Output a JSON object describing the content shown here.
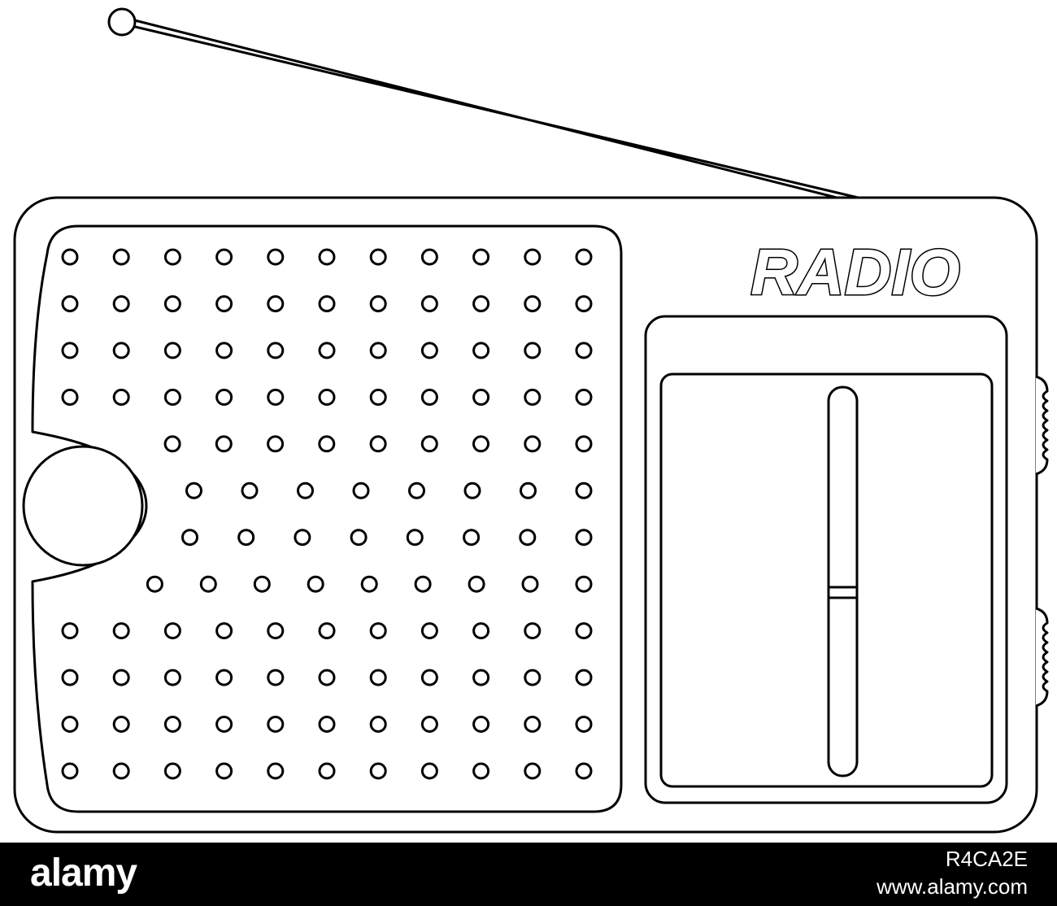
{
  "illustration": {
    "subject": "radio",
    "label": "RADIO",
    "colors": {
      "stroke": "#000000",
      "fill": "#ffffff"
    },
    "speaker_grille": {
      "rows": 12,
      "columns": 11,
      "dot_style": "outlined-circle"
    },
    "icons": [
      "antenna-icon",
      "tuning-knob-icon",
      "volume-wheel-icon",
      "frequency-dial-icon"
    ]
  },
  "watermark": {
    "brand": "alamy",
    "image_id": "R4CA2E",
    "url": "www.alamy.com",
    "bar_color": "#000000",
    "text_color": "#ffffff"
  }
}
